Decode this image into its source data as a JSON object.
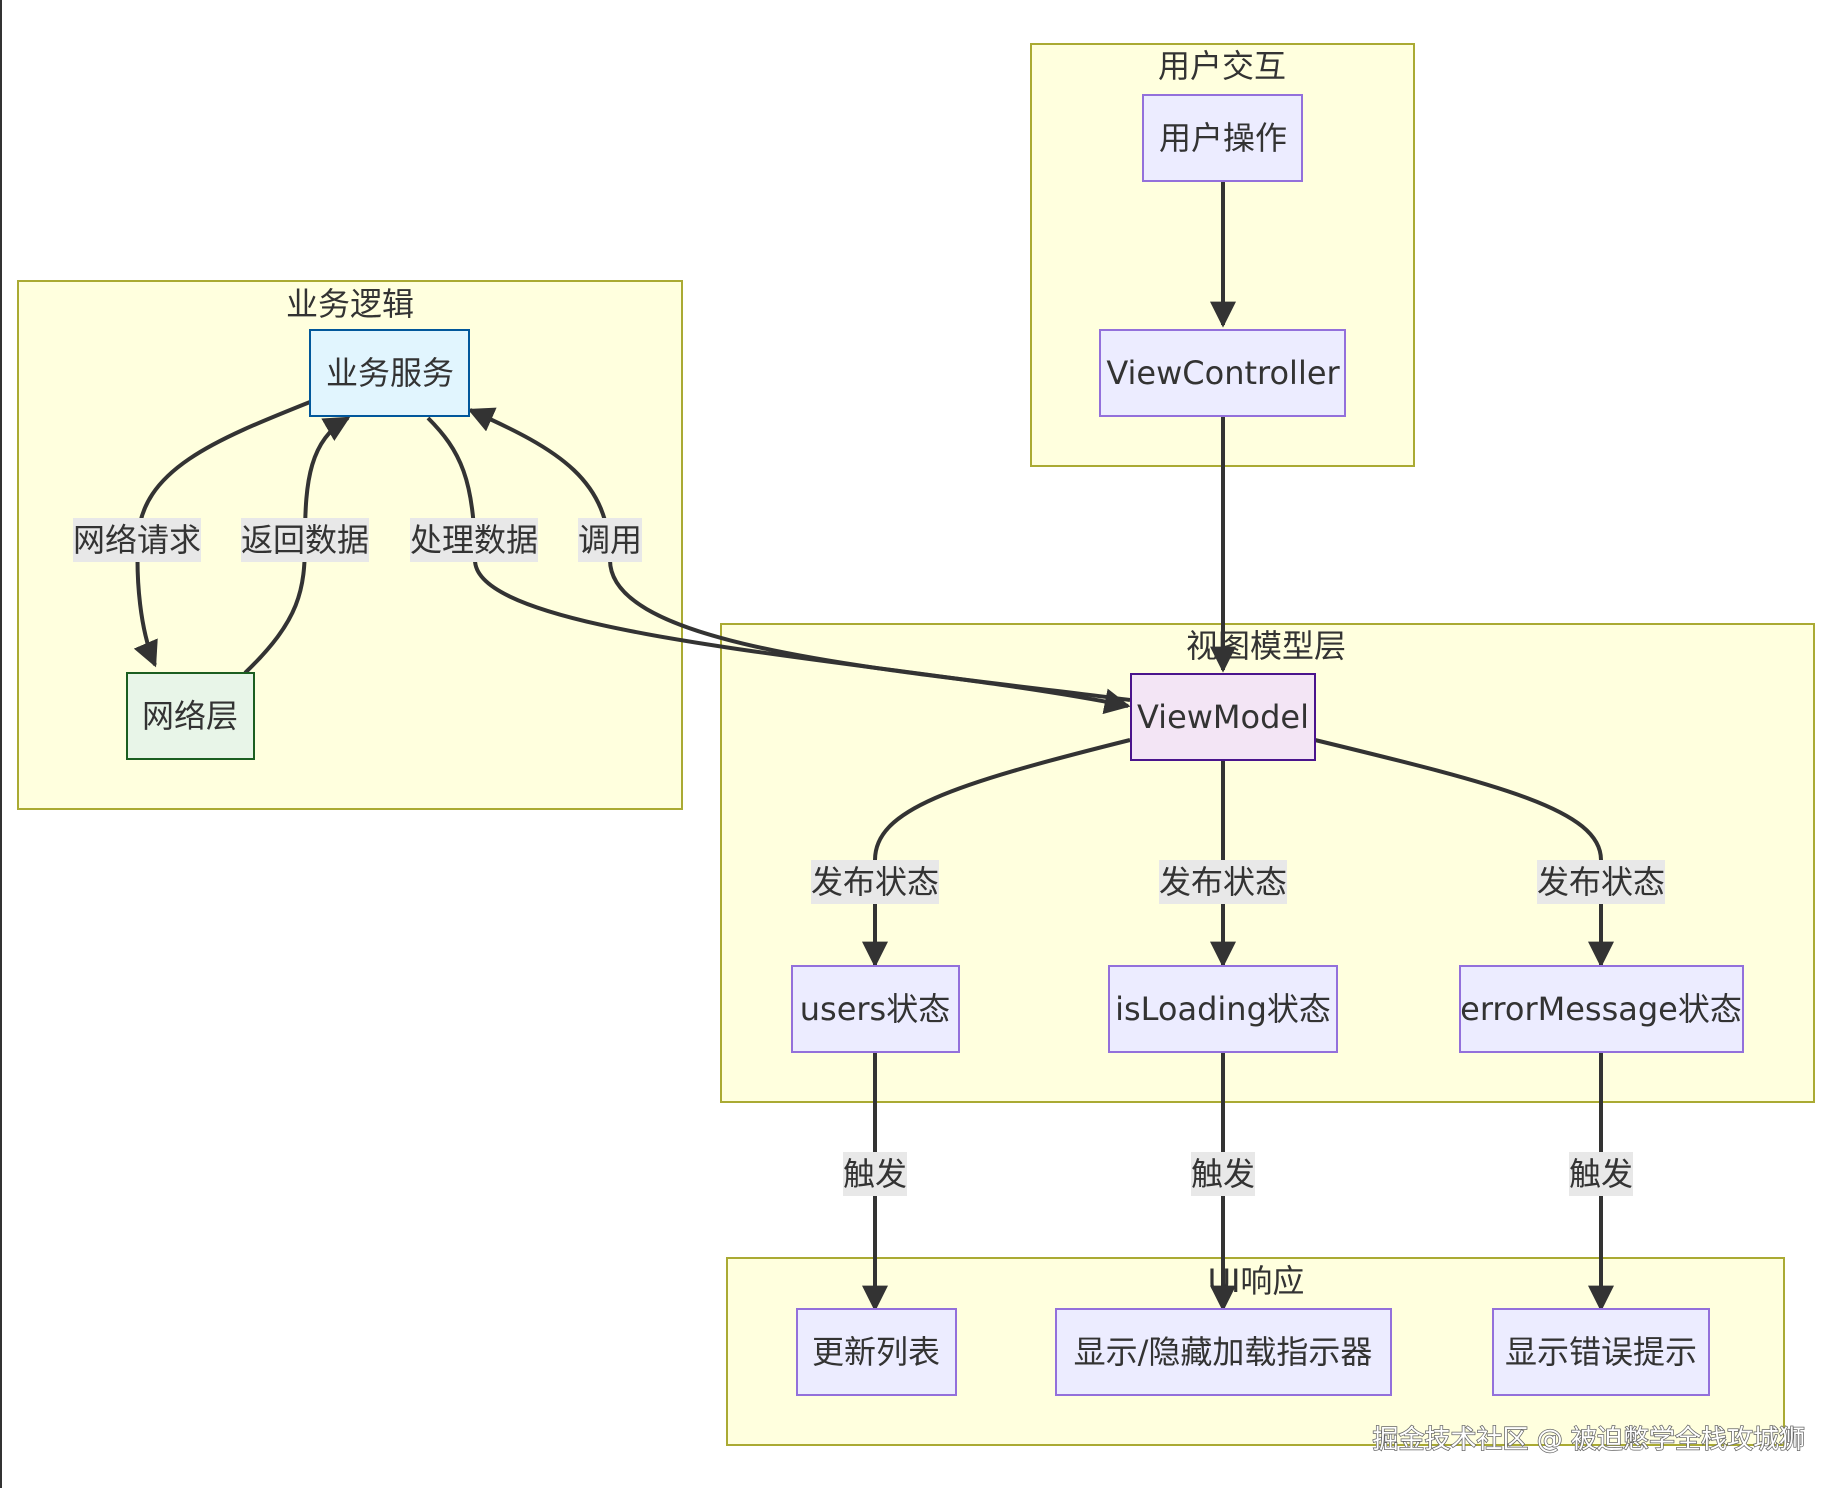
{
  "clusters": {
    "user_interaction": {
      "title": "用户交互"
    },
    "business_logic": {
      "title": "业务逻辑"
    },
    "viewmodel_layer": {
      "title": "视图模型层"
    },
    "ui_response": {
      "title": "UI响应"
    }
  },
  "nodes": {
    "user_action": {
      "label": "用户操作"
    },
    "view_controller": {
      "label": "ViewController"
    },
    "business_service": {
      "label": "业务服务"
    },
    "network_layer": {
      "label": "网络层"
    },
    "view_model": {
      "label": "ViewModel"
    },
    "users_state": {
      "label": "users状态"
    },
    "is_loading_state": {
      "label": "isLoading状态"
    },
    "error_message_state": {
      "label": "errorMessage状态"
    },
    "update_list": {
      "label": "更新列表"
    },
    "toggle_loading": {
      "label": "显示/隐藏加载指示器"
    },
    "show_error": {
      "label": "显示错误提示"
    }
  },
  "edge_labels": {
    "network_request": "网络请求",
    "return_data": "返回数据",
    "process_data": "处理数据",
    "call": "调用",
    "publish_state_users": "发布状态",
    "publish_state_loading": "发布状态",
    "publish_state_error": "发布状态",
    "trigger_users": "触发",
    "trigger_loading": "触发",
    "trigger_error": "触发"
  },
  "watermark": "掘金技术社区 @ 被迫憋学全栈攻城狮",
  "colors": {
    "cluster_fill": "#ffffde",
    "cluster_stroke": "#aaaa33",
    "default_node_fill": "#ececff",
    "default_node_stroke": "#9370db",
    "service_node_fill": "#e1f5fe",
    "service_node_stroke": "#01579b",
    "network_node_fill": "#e8f5e8",
    "network_node_stroke": "#1b5e20",
    "viewmodel_node_fill": "#f3e5f5",
    "viewmodel_node_stroke": "#4a148c",
    "edge": "#333333"
  }
}
